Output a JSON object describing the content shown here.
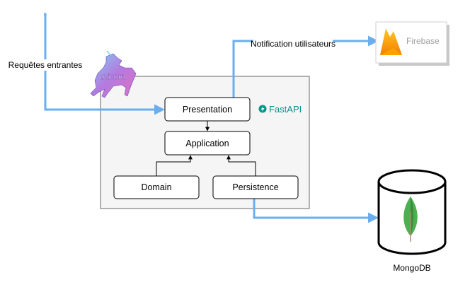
{
  "labels": {
    "incoming": "Requêtes entrantes",
    "notification": "Notification utilisateurs",
    "mongodb": "MongoDB"
  },
  "boxes": {
    "presentation": "Presentation",
    "application": "Application",
    "domain": "Domain",
    "persistence": "Persistence"
  },
  "logos": {
    "fastapi": "FastAPI",
    "firebase": "Firebase",
    "uvicorn": "uvicorn"
  },
  "colors": {
    "flow_arrow": "#6aaef0",
    "container_fill": "#f5f5f5",
    "container_stroke": "#666666",
    "fastapi": "#009688",
    "firebase_text": "#a0a0a0",
    "mongodb_leaf": "#4caf50"
  }
}
